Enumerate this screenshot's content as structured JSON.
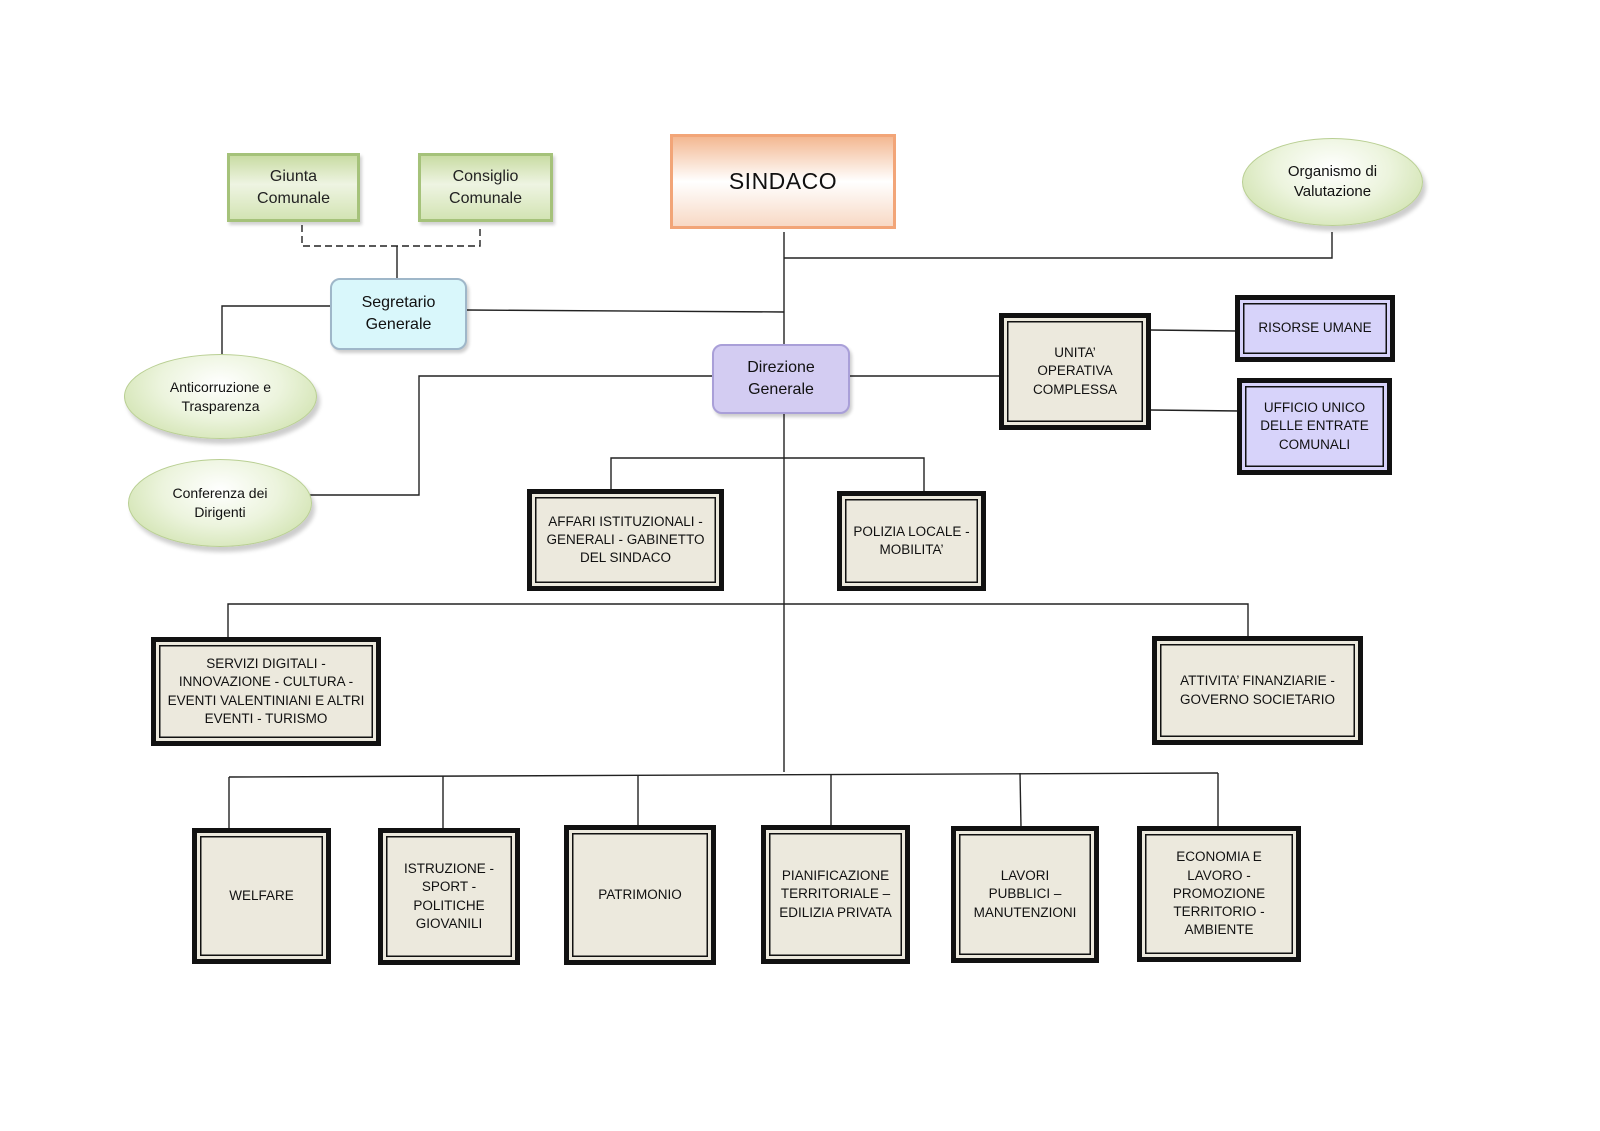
{
  "nodes": {
    "giunta": "Giunta\nComunale",
    "consiglio": "Consiglio\nComunale",
    "sindaco": "SINDACO",
    "organismo": "Organismo di\nValutazione",
    "segretario": "Segretario\nGenerale",
    "anticorruzione": "Anticorruzione e\nTrasparenza",
    "conferenza": "Conferenza dei\nDirigenti",
    "direzione": "Direzione\nGenerale",
    "uoc": "UNITA’\nOPERATIVA\nCOMPLESSA",
    "risorse_umane": "RISORSE UMANE",
    "ufficio_entrate": "UFFICIO UNICO\nDELLE ENTRATE\nCOMUNALI",
    "affari_istituzionali": "AFFARI ISTITUZIONALI -\nGENERALI - GABINETTO\nDEL SINDACO",
    "polizia_locale": "POLIZIA LOCALE -\nMOBILITA’",
    "servizi_digitali": "SERVIZI DIGITALI -\nINNOVAZIONE - CULTURA -\nEVENTI VALENTINIANI E ALTRI\nEVENTI - TURISMO",
    "attivita_finanziarie": "ATTIVITA’ FINANZIARIE -\nGOVERNO SOCIETARIO",
    "welfare": "WELFARE",
    "istruzione": "ISTRUZIONE -\nSPORT -\nPOLITICHE\nGIOVANILI",
    "patrimonio": "PATRIMONIO",
    "pianificazione": "PIANIFICAZIONE\nTERRITORIALE –\nEDILIZIA PRIVATA",
    "lavori_pubblici": "LAVORI\nPUBBLICI –\nMANUTENZIONI",
    "economia": "ECONOMIA E\nLAVORO -\nPROMOZIONE\nTERRITORIO -\nAMBIENTE"
  },
  "colors": {
    "green_fill": "#d3e4b4",
    "orange_border": "#f2a578",
    "cyan_fill": "#d9f7fb",
    "lavender_fill": "#d3ccf2",
    "beige_fill": "#ece9dd",
    "lines": "#222222"
  }
}
